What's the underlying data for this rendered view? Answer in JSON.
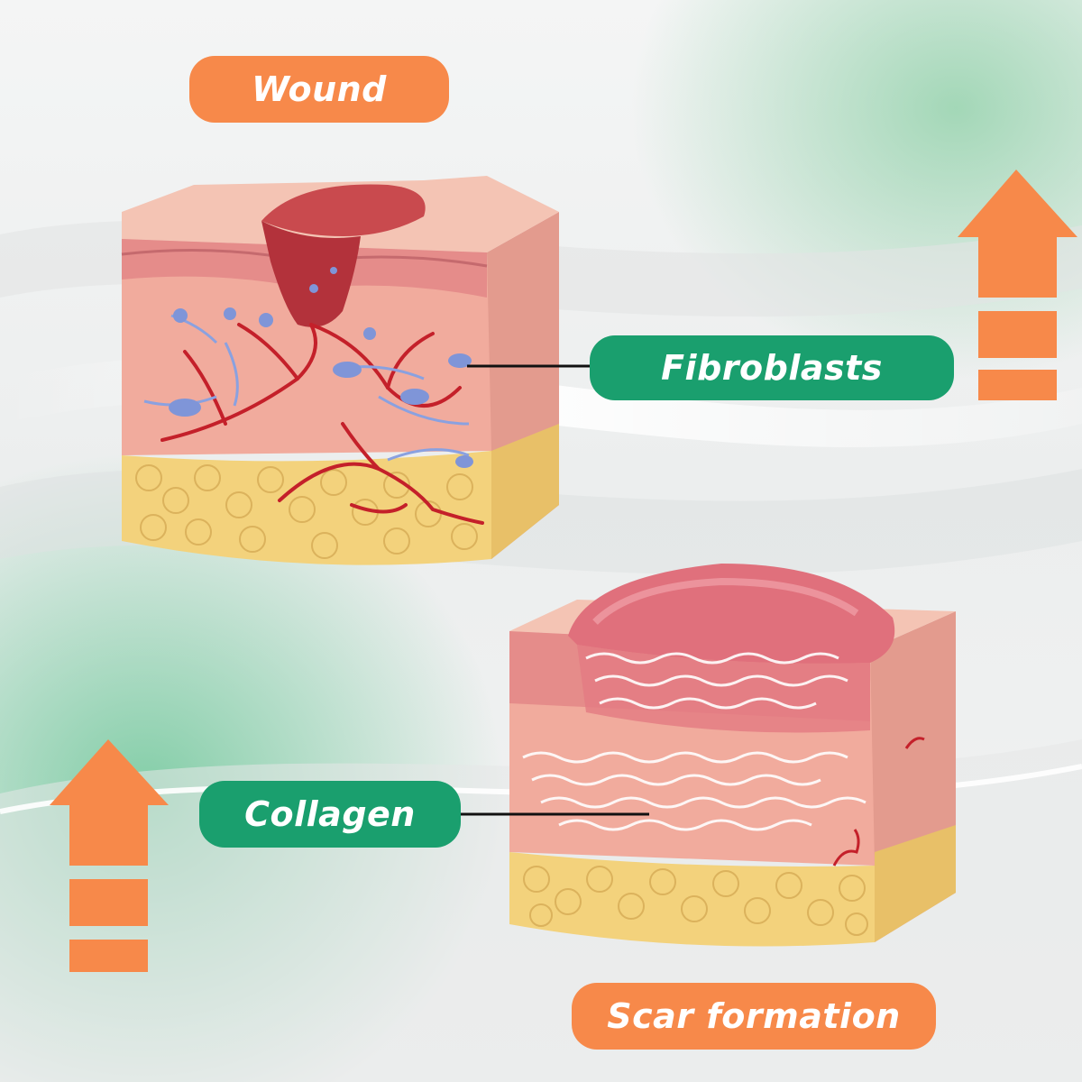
{
  "labels": {
    "wound": "Wound",
    "fibroblasts": "Fibroblasts",
    "collagen": "Collagen",
    "scar": "Scar formation"
  },
  "colors": {
    "label_orange": "#f7894a",
    "label_green": "#1a9f6e",
    "arrow_orange": "#f7894a",
    "skin": "#f1b0a0",
    "fat": "#f3d27c",
    "blood_vessel": "#c4202a",
    "fibroblast_cell": "#7f95d8"
  },
  "arrows": {
    "top_right": "up-arrow",
    "bottom_left": "up-arrow"
  }
}
